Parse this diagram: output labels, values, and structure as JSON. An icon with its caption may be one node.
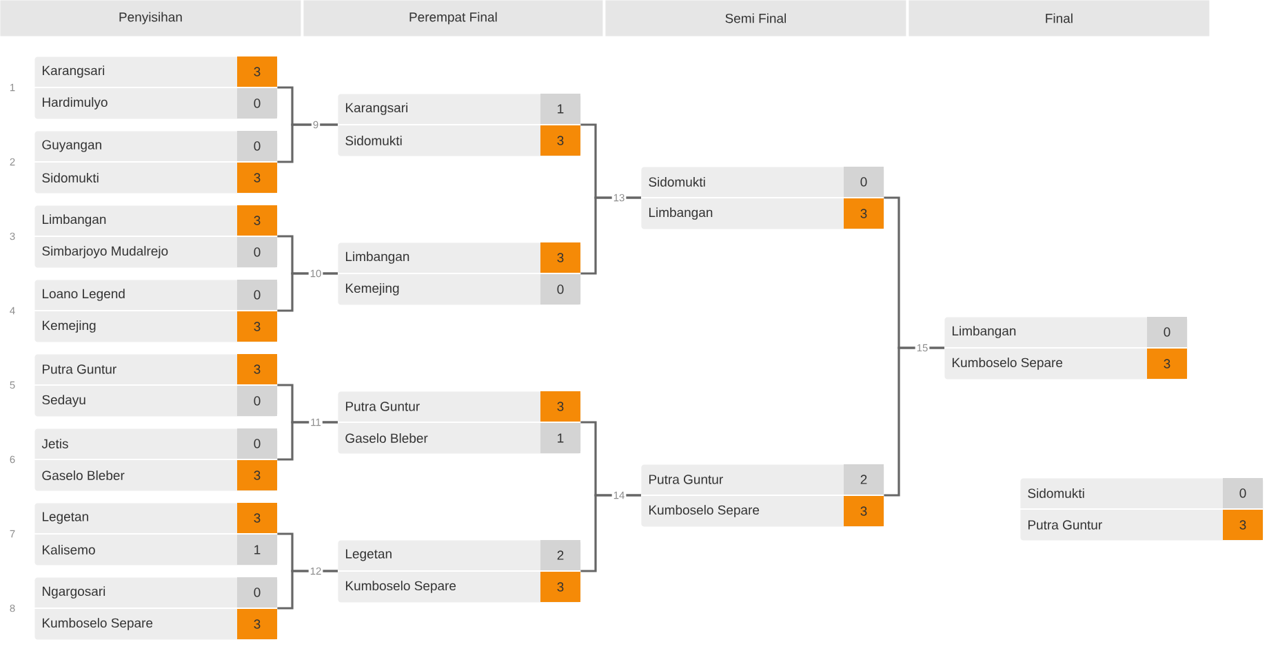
{
  "diagram": {
    "nodes": [
      {
        "text": [
          "Penyisihan"
        ]
      },
      {
        "text": [
          "Perempat Final"
        ]
      },
      {
        "text": [
          "Semi Final"
        ]
      },
      {
        "text": [
          "Final"
        ]
      },
      {
        "text": [
          "Karangsari",
          "3",
          "Hardimulyo",
          "0"
        ],
        "beside": [
          "1"
        ]
      },
      {
        "text": [
          "Guyangan",
          "0",
          "Sidomukti",
          "3"
        ],
        "beside": [
          "2"
        ]
      },
      {
        "text": [
          "Limbangan",
          "3",
          "Simbarjoyo Mudalrejo",
          "0"
        ],
        "beside": [
          "3"
        ]
      },
      {
        "text": [
          "Loano Legend",
          "0",
          "Kemejing",
          "3"
        ],
        "beside": [
          "4"
        ]
      },
      {
        "text": [
          "Putra Guntur",
          "3",
          "Sedayu",
          "0"
        ],
        "beside": [
          "5"
        ]
      },
      {
        "text": [
          "Jetis",
          "0",
          "Gaselo Bleber",
          "3"
        ],
        "beside": [
          "6"
        ]
      },
      {
        "text": [
          "Legetan",
          "3",
          "Kalisemo",
          "1"
        ],
        "beside": [
          "7"
        ]
      },
      {
        "text": [
          "Ngargosari",
          "0",
          "Kumboselo Separe",
          "3"
        ],
        "beside": [
          "8"
        ]
      },
      {
        "text": [
          "Karangsari",
          "1",
          "Sidomukti",
          "3"
        ]
      },
      {
        "text": [
          "Limbangan",
          "3",
          "Kemejing",
          "0"
        ]
      },
      {
        "text": [
          "Putra Guntur",
          "3",
          "Gaselo Bleber",
          "1"
        ]
      },
      {
        "text": [
          "Legetan",
          "2",
          "Kumboselo Separe",
          "3"
        ]
      },
      {
        "text": [
          "Sidomukti",
          "0",
          "Limbangan",
          "3"
        ]
      },
      {
        "text": [
          "Putra Guntur",
          "2",
          "Kumboselo Separe",
          "3"
        ]
      },
      {
        "text": [
          "Limbangan",
          "0",
          "Kumboselo Separe",
          "3"
        ]
      },
      {
        "text": [
          "Sidomukti",
          "0",
          "Putra Guntur",
          "3"
        ]
      }
    ],
    "edges": [
      {
        "from": 4,
        "to": 12,
        "arrow": "none",
        "label": "9"
      },
      {
        "from": 5,
        "to": 12,
        "arrow": "none"
      },
      {
        "from": 6,
        "to": 13,
        "arrow": "none",
        "label": "10"
      },
      {
        "from": 7,
        "to": 13,
        "arrow": "none"
      },
      {
        "from": 8,
        "to": 14,
        "arrow": "none",
        "label": "11"
      },
      {
        "from": 9,
        "to": 14,
        "arrow": "none"
      },
      {
        "from": 10,
        "to": 15,
        "arrow": "none",
        "label": "12"
      },
      {
        "from": 11,
        "to": 15,
        "arrow": "none"
      },
      {
        "from": 12,
        "to": 16,
        "arrow": "none",
        "label": "13"
      },
      {
        "from": 13,
        "to": 16,
        "arrow": "none"
      },
      {
        "from": 14,
        "to": 17,
        "arrow": "none",
        "label": "14"
      },
      {
        "from": 15,
        "to": 17,
        "arrow": "none"
      },
      {
        "from": 16,
        "to": 18,
        "arrow": "none",
        "label": "15"
      },
      {
        "from": 17,
        "to": 18,
        "arrow": "none"
      }
    ]
  }
}
